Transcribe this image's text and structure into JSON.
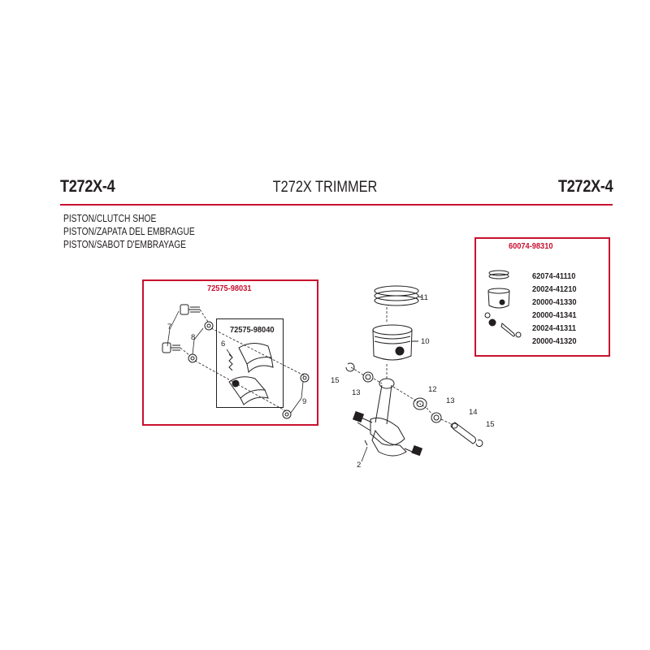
{
  "header": {
    "model_left": "T272X-4",
    "title": "T272X TRIMMER",
    "model_right": "T272X-4",
    "accent_color": "#c8102e"
  },
  "subtitles": [
    "PISTON/CLUTCH SHOE",
    "PISTON/ZAPATA DEL EMBRAGUE",
    "PISTON/SABOT D'EMBRAYAGE"
  ],
  "kits": {
    "clutch_kit": {
      "part_number": "72575-98031",
      "inner_kit": "72575-98040"
    },
    "piston_kit": {
      "part_number": "60074-98310",
      "contents": [
        "62074-41110",
        "20024-41210",
        "20000-41330",
        "20000-41341",
        "20024-41311",
        "20000-41320"
      ]
    }
  },
  "callouts": [
    "11",
    "10",
    "15",
    "13",
    "12",
    "13",
    "14",
    "15",
    "2",
    "6",
    "7",
    "8",
    "9"
  ]
}
